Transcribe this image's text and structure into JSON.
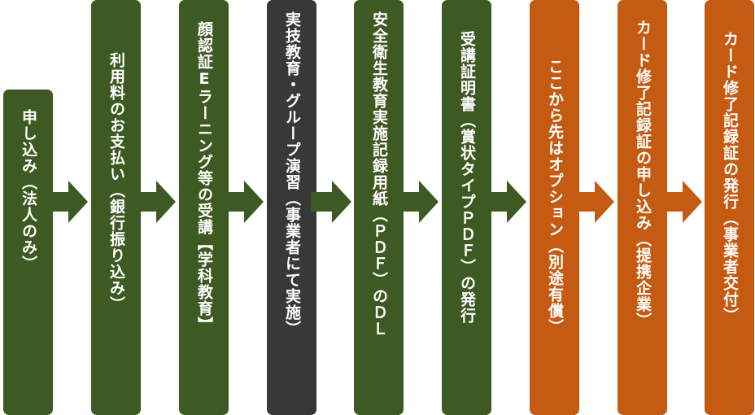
{
  "colors": {
    "green": "#3d5a22",
    "dark": "#383838",
    "orange": "#c55a12",
    "green_arrow": "#3d5a22",
    "orange_arrow": "#c55a12"
  },
  "steps": [
    {
      "label": "申し込み（法人のみ）",
      "color": "green"
    },
    {
      "label": "利用料のお支払い（銀行振り込み）",
      "color": "green"
    },
    {
      "label": "顔認証Eラーニング等の受講【学科教育】",
      "color": "green"
    },
    {
      "label": "実技教育・グループ演習（事業者にて実施）",
      "color": "dark"
    },
    {
      "label": "安全衛生教育実施記録用紙（ＰＤＦ）のＤＬ",
      "color": "green"
    },
    {
      "label": "受講証明書（賞状タイプＰＤＦ）の発行",
      "color": "green"
    },
    {
      "label": "ここから先はオプション（別途有償）",
      "color": "orange"
    },
    {
      "label": "カード修了記録証の申し込み（提携企業）",
      "color": "orange"
    },
    {
      "label": "カード修了記録証の発行（事業者交付）",
      "color": "orange"
    }
  ],
  "arrows": [
    {
      "color": "green_arrow"
    },
    {
      "color": "green_arrow"
    },
    {
      "color": "green_arrow"
    },
    {
      "color": "green_arrow"
    },
    {
      "color": "green_arrow"
    },
    {
      "color": "green_arrow"
    },
    {
      "color": "orange_arrow"
    },
    {
      "color": "orange_arrow"
    }
  ]
}
